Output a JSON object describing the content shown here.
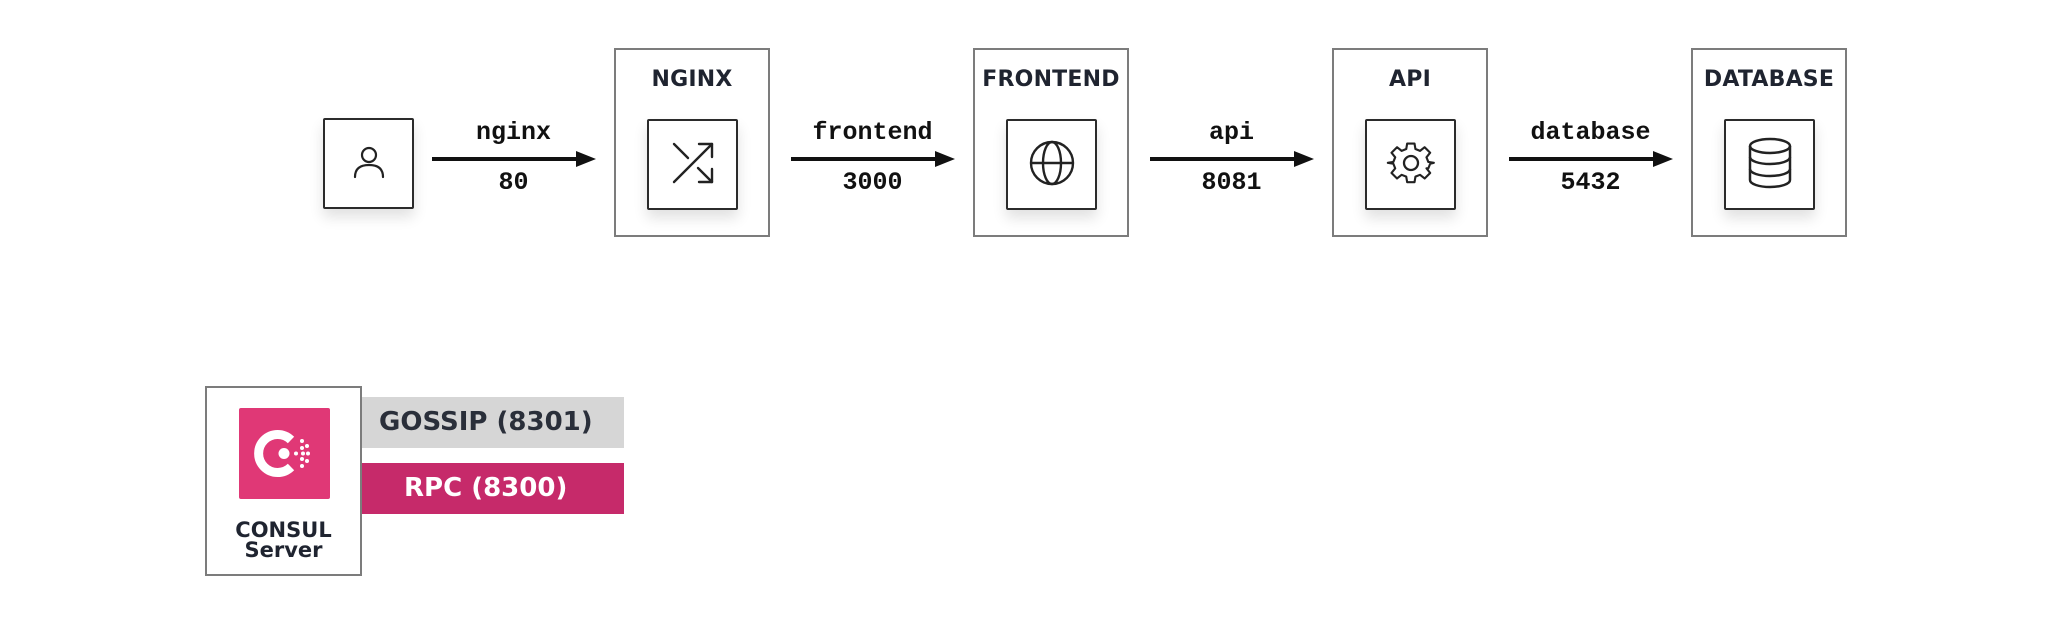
{
  "services": [
    {
      "title": "NGINX",
      "icon": "shuffle-icon"
    },
    {
      "title": "FRONTEND",
      "icon": "globe-icon"
    },
    {
      "title": "API",
      "icon": "gear-icon"
    },
    {
      "title": "DATABASE",
      "icon": "database-icon"
    }
  ],
  "user": {
    "icon": "user-icon"
  },
  "connections": [
    {
      "name": "nginx",
      "port": "80"
    },
    {
      "name": "frontend",
      "port": "3000"
    },
    {
      "name": "api",
      "port": "8081"
    },
    {
      "name": "database",
      "port": "5432"
    }
  ],
  "consul": {
    "brand": "CONSUL",
    "role": "Server",
    "icon": "consul-logo-icon",
    "brand_color": "#e03876",
    "gossip_label": "GOSSIP (8301)",
    "rpc_label": "RPC (8300)",
    "gossip_color": "#d6d6d6",
    "rpc_color": "#c62a6a"
  }
}
